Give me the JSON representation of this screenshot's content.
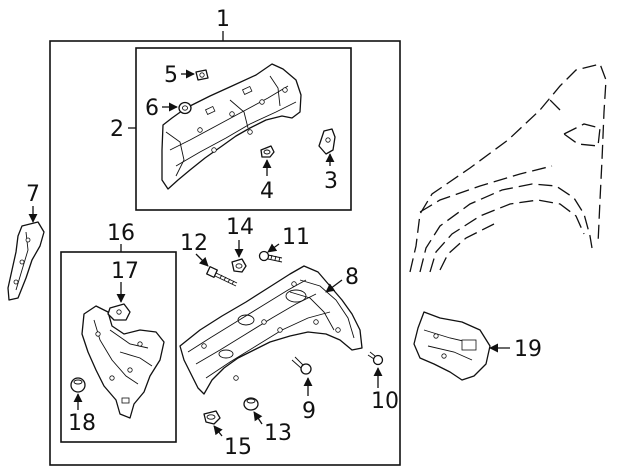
{
  "callouts": {
    "c1": "1",
    "c2": "2",
    "c3": "3",
    "c4": "4",
    "c5": "5",
    "c6": "6",
    "c7": "7",
    "c8": "8",
    "c9": "9",
    "c10": "10",
    "c11": "11",
    "c12": "12",
    "c13": "13",
    "c14": "14",
    "c15": "15",
    "c16": "16",
    "c17": "17",
    "c18": "18",
    "c19": "19"
  },
  "colors": {
    "line": "#111111",
    "background": "#ffffff"
  }
}
